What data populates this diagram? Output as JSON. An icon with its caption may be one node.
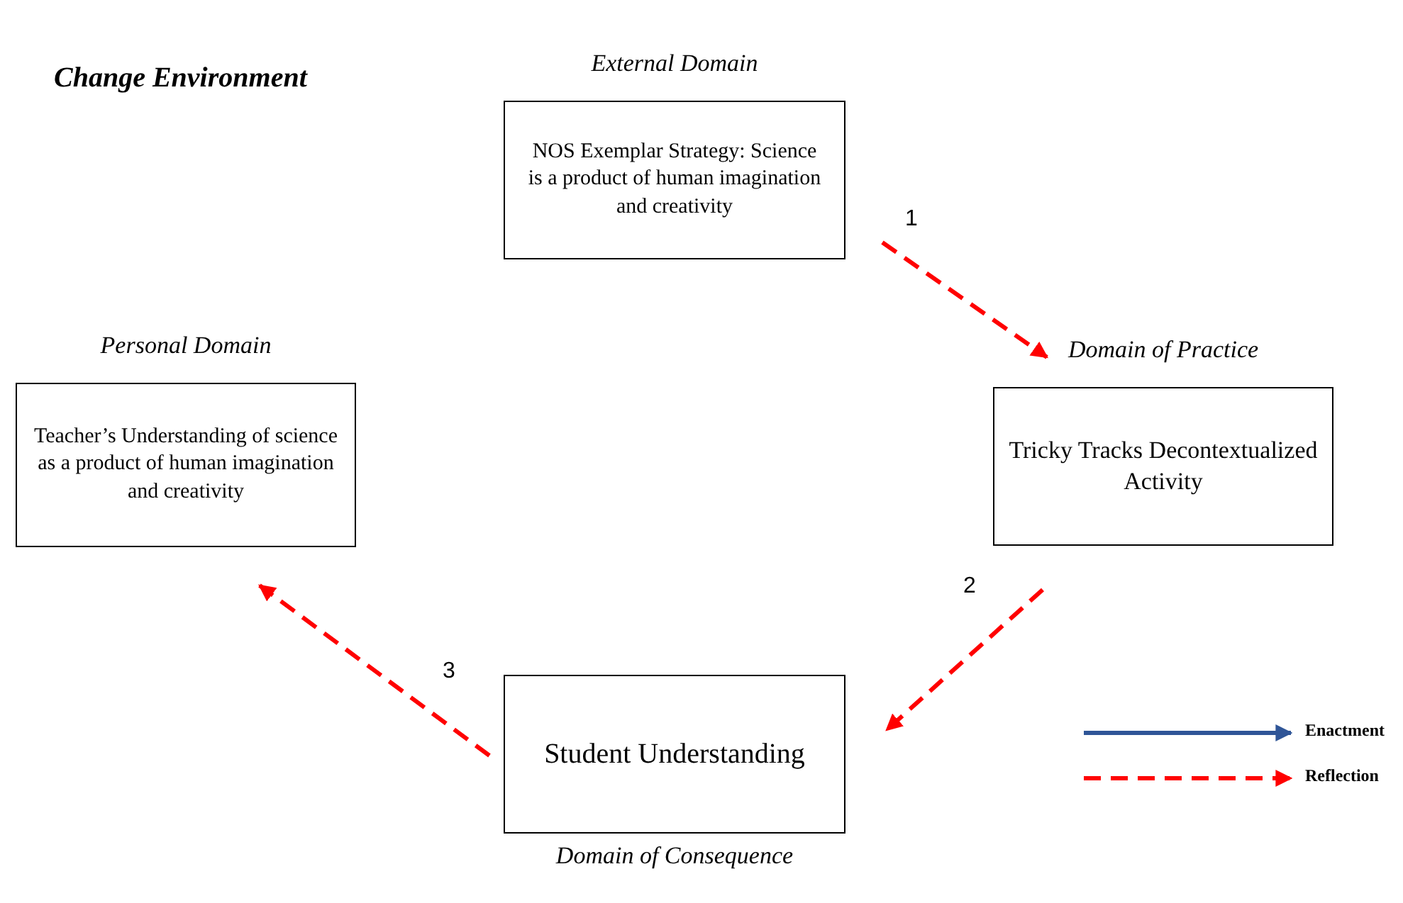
{
  "diagram": {
    "title": "Change Environment",
    "nodes": [
      {
        "text": [
          "External Domain",
          "NOS Exemplar Strategy: Science is a product of human imagination and creativity"
        ]
      },
      {
        "text": [
          "Personal Domain",
          "Teacher’s Understanding of science as a product of human imagination and creativity"
        ]
      },
      {
        "text": [
          "Domain of Practice",
          "Tricky Tracks Decontextualized Activity"
        ]
      },
      {
        "text": [
          "Student Understanding",
          "Domain of Consequence"
        ]
      }
    ],
    "edges": [
      {
        "from": 0,
        "to": 2,
        "arrow": "to",
        "label": "1",
        "style": "dashed",
        "color": "#ff0000"
      },
      {
        "from": 2,
        "to": 3,
        "arrow": "to",
        "label": "2",
        "style": "dashed",
        "color": "#ff0000"
      },
      {
        "from": 3,
        "to": 1,
        "arrow": "to",
        "label": "3",
        "style": "dashed",
        "color": "#ff0000"
      }
    ],
    "legend": [
      {
        "text": "Enactment"
      },
      {
        "text": "Reflection"
      }
    ]
  }
}
